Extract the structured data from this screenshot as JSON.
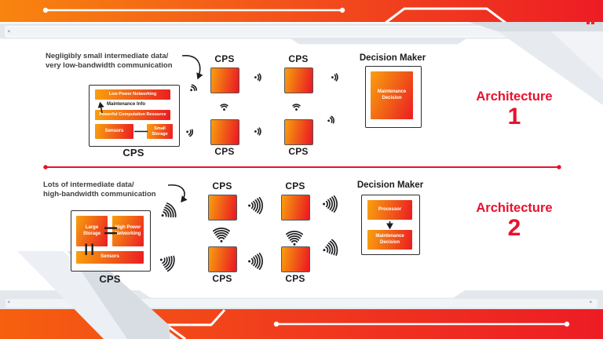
{
  "colors": {
    "accent_orange": "#f8850f",
    "accent_red": "#ed1c24",
    "architecture_red": "#e8112d",
    "node_gradient_start": "#f9a00e",
    "node_gradient_end": "#ec1c23",
    "frame_gray": "#e6eaee",
    "frame_gray_dark": "#d8dde3"
  },
  "icons": {
    "wifi_weak": "weak wireless signal (dot + 2 arcs)",
    "wifi_strong": "strong wireless signal (dot + 5 arcs)",
    "curved_arrow": "annotation pointer arrow"
  },
  "arch1": {
    "annotation": {
      "line1": "Negligibly small intermediate data/",
      "line2": "very low-bandwidth communication"
    },
    "detail": {
      "label": "CPS",
      "networking": "Low Power Networking",
      "maintenance_info": "Maintenance Info",
      "computation": "Powerful Computation Resource",
      "sensors": "Sensors",
      "storage": "Small Storage"
    },
    "nodes": [
      "CPS",
      "CPS",
      "CPS",
      "CPS"
    ],
    "decision_maker": {
      "title": "Decision Maker",
      "decision": "Maintenance Decision"
    },
    "side_label": {
      "word": "Architecture",
      "number": "1"
    }
  },
  "arch2": {
    "annotation": {
      "line1": "Lots of intermediate data/",
      "line2": "high-bandwidth communication"
    },
    "detail": {
      "label": "CPS",
      "storage": "Large Storage",
      "networking": "High Power Networking",
      "sensors": "Sensors"
    },
    "nodes": [
      "CPS",
      "CPS",
      "CPS",
      "CPS"
    ],
    "decision_maker": {
      "title": "Decision Maker",
      "processor": "Processor",
      "decision": "Maintenance Decision"
    },
    "side_label": {
      "word": "Architecture",
      "number": "2"
    }
  }
}
